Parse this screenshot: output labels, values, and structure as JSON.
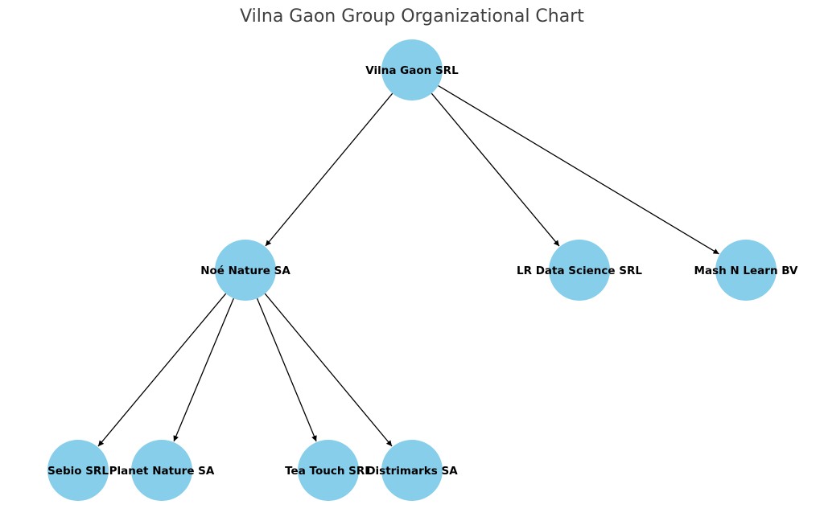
{
  "title": "Vilna Gaon Group Organizational Chart",
  "colors": {
    "node_fill": "#87CEEB",
    "edge": "#000000",
    "label": "#000000",
    "title": "#404040",
    "background": "#FFFFFF"
  },
  "nodes": [
    {
      "id": "vilna",
      "label": "Vilna Gaon SRL"
    },
    {
      "id": "noe",
      "label": "Noé Nature SA"
    },
    {
      "id": "lr",
      "label": "LR Data Science SRL"
    },
    {
      "id": "mash",
      "label": "Mash N Learn BV"
    },
    {
      "id": "sebio",
      "label": "Sebio SRL"
    },
    {
      "id": "planet",
      "label": "Planet Nature SA"
    },
    {
      "id": "tea",
      "label": "Tea Touch SRL"
    },
    {
      "id": "distri",
      "label": "Distrimarks SA"
    }
  ],
  "edges": [
    {
      "from": "vilna",
      "to": "noe"
    },
    {
      "from": "vilna",
      "to": "lr"
    },
    {
      "from": "vilna",
      "to": "mash"
    },
    {
      "from": "noe",
      "to": "sebio"
    },
    {
      "from": "noe",
      "to": "planet"
    },
    {
      "from": "noe",
      "to": "tea"
    },
    {
      "from": "noe",
      "to": "distri"
    }
  ]
}
